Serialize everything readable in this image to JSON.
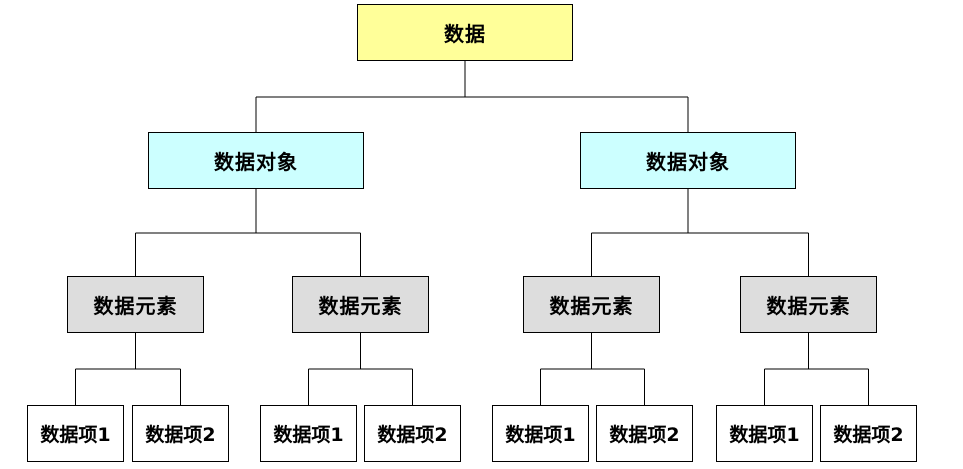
{
  "colors": {
    "root_fill": "#ffff99",
    "object_fill": "#ccffff",
    "element_fill": "#dddddd",
    "item_fill": "#ffffff",
    "line": "#000000"
  },
  "tree": {
    "root": {
      "label": "数据"
    },
    "objects": [
      {
        "label": "数据对象",
        "elements": [
          {
            "label": "数据元素",
            "items": [
              {
                "label": "数据项1"
              },
              {
                "label": "数据项2"
              }
            ]
          },
          {
            "label": "数据元素",
            "items": [
              {
                "label": "数据项1"
              },
              {
                "label": "数据项2"
              }
            ]
          }
        ]
      },
      {
        "label": "数据对象",
        "elements": [
          {
            "label": "数据元素",
            "items": [
              {
                "label": "数据项1"
              },
              {
                "label": "数据项2"
              }
            ]
          },
          {
            "label": "数据元素",
            "items": [
              {
                "label": "数据项1"
              },
              {
                "label": "数据项2"
              }
            ]
          }
        ]
      }
    ]
  }
}
